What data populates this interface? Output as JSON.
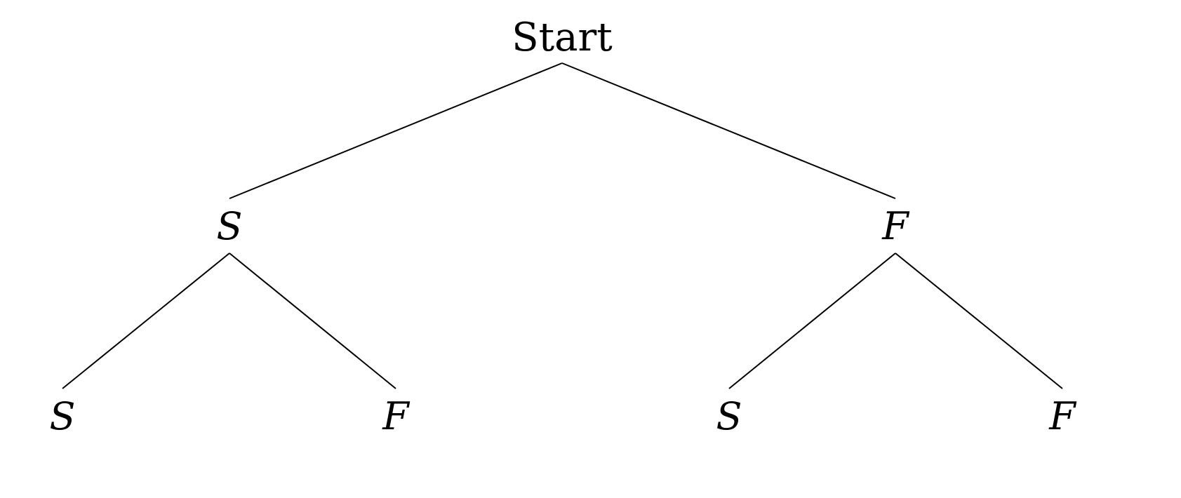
{
  "tree": {
    "root": {
      "label": "Start"
    },
    "level1": [
      {
        "label": "S"
      },
      {
        "label": "F"
      }
    ],
    "level2": [
      {
        "label": "S"
      },
      {
        "label": "F"
      },
      {
        "label": "S"
      },
      {
        "label": "F"
      }
    ]
  }
}
